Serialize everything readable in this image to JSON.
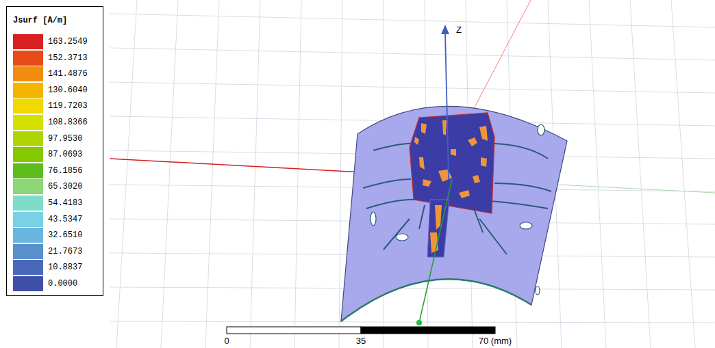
{
  "diagram": {
    "title": "Jsurf [A/m]",
    "labels": [
      "Z",
      "0",
      "35",
      "70 (mm)"
    ],
    "legend": [
      {
        "text": "163.2549",
        "color": "#d92020"
      },
      {
        "text": "152.3713",
        "color": "#e84a1a"
      },
      {
        "text": "141.4876",
        "color": "#f08c10"
      },
      {
        "text": "130.6040",
        "color": "#f5b400"
      },
      {
        "text": "119.7203",
        "color": "#f0d800"
      },
      {
        "text": "108.8366",
        "color": "#d6e000"
      },
      {
        "text": "97.9530",
        "color": "#b0d400"
      },
      {
        "text": "87.0693",
        "color": "#84c800"
      },
      {
        "text": "76.1856",
        "color": "#5cbd1c"
      },
      {
        "text": "65.3020",
        "color": "#8cd878"
      },
      {
        "text": "54.4183",
        "color": "#7fdcc8"
      },
      {
        "text": "43.5347",
        "color": "#7ad0e6"
      },
      {
        "text": "32.6510",
        "color": "#6ab4e0"
      },
      {
        "text": "21.7673",
        "color": "#5a90cc"
      },
      {
        "text": "10.8837",
        "color": "#4a68b8"
      },
      {
        "text": "0.0000",
        "color": "#4050a8"
      }
    ]
  }
}
